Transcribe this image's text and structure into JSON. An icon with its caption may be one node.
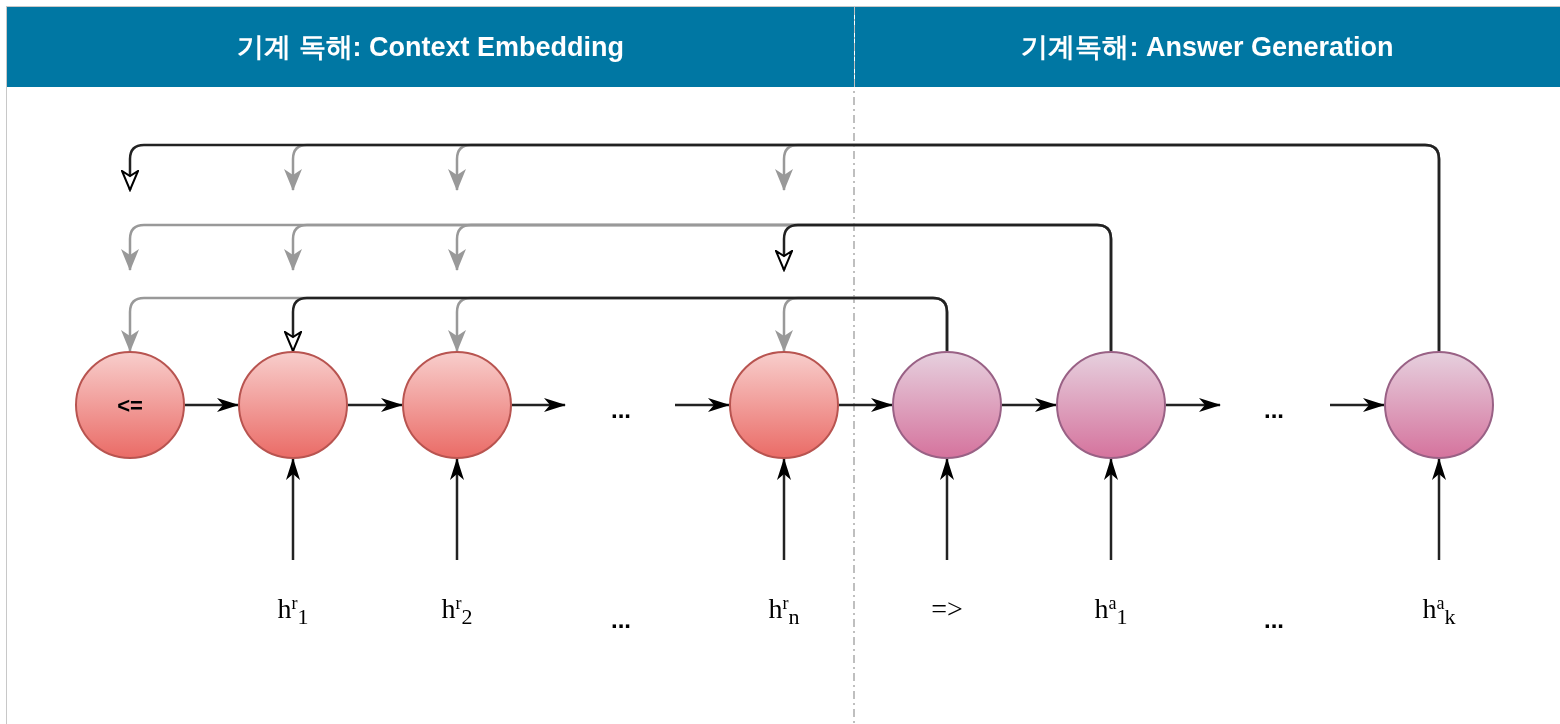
{
  "diagram": {
    "nodes": [
      {
        "text": [
          "기계 독해: Context Embedding"
        ]
      },
      {
        "text": [
          "기계독해: Answer Generation"
        ]
      },
      {
        "text": [
          "<="
        ]
      },
      {
        "text": [],
        "shape": "circle"
      },
      {
        "text": [],
        "shape": "circle"
      },
      {
        "text": [],
        "shape": "circle"
      },
      {
        "text": [],
        "shape": "circle"
      },
      {
        "text": [],
        "shape": "circle"
      },
      {
        "text": [],
        "shape": "circle"
      },
      {
        "text": [
          "h$^{r}$$_{1}$"
        ]
      },
      {
        "text": [
          "h$^{r}$$_{2}$"
        ]
      },
      {
        "text": [
          "h$^{r}$$_{n}$"
        ]
      },
      {
        "text": [
          "=>"
        ]
      },
      {
        "text": [
          "h$^{a}$$_{1}$"
        ]
      },
      {
        "text": [
          "h$^{a}$$_{k}$"
        ]
      }
    ],
    "edges": [
      {
        "from": 2,
        "to": 3,
        "arrow": "to"
      },
      {
        "from": 3,
        "to": 4,
        "arrow": "to"
      },
      {
        "from": 4,
        "to": null,
        "arrow": "to"
      },
      {
        "from": null,
        "to": 5,
        "arrow": "to"
      },
      {
        "from": 5,
        "to": 6,
        "arrow": "to"
      },
      {
        "from": 6,
        "to": 7,
        "arrow": "to"
      },
      {
        "from": 7,
        "to": null,
        "arrow": "to"
      },
      {
        "from": null,
        "to": 8,
        "arrow": "to"
      },
      {
        "from": 9,
        "to": 3,
        "arrow": "to"
      },
      {
        "from": 10,
        "to": 4,
        "arrow": "to"
      },
      {
        "from": 11,
        "to": 5,
        "arrow": "to"
      },
      {
        "from": 12,
        "to": 6,
        "arrow": "to"
      },
      {
        "from": 13,
        "to": 7,
        "arrow": "to"
      },
      {
        "from": 14,
        "to": 8,
        "arrow": "to"
      },
      {
        "from": 6,
        "to": 3,
        "arrow": "to"
      },
      {
        "from": 6,
        "to": 2,
        "arrow": "to",
        "color": "#999999"
      },
      {
        "from": 6,
        "to": 4,
        "arrow": "to",
        "color": "#999999"
      },
      {
        "from": 6,
        "to": 5,
        "arrow": "to",
        "color": "#999999"
      },
      {
        "from": 7,
        "to": null,
        "arrow": "to"
      },
      {
        "from": 7,
        "to": null,
        "arrow": "to",
        "color": "#999999"
      },
      {
        "from": 7,
        "to": null,
        "arrow": "to",
        "color": "#999999"
      },
      {
        "from": 7,
        "to": null,
        "arrow": "to",
        "color": "#999999"
      },
      {
        "from": 8,
        "to": null,
        "arrow": "to"
      },
      {
        "from": 8,
        "to": null,
        "arrow": "to",
        "color": "#999999"
      },
      {
        "from": 8,
        "to": null,
        "arrow": "to",
        "color": "#999999"
      },
      {
        "from": 8,
        "to": null,
        "arrow": "to",
        "color": "#999999"
      }
    ],
    "labels": [
      "...",
      "...",
      "...",
      "..."
    ]
  }
}
